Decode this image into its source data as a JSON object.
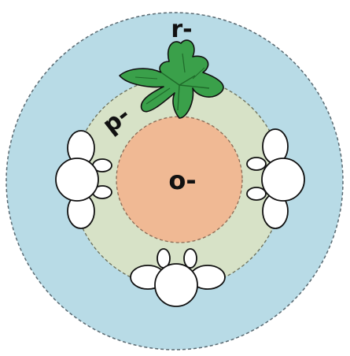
{
  "labels": {
    "outer_ring": "r-",
    "middle_ring": "p-",
    "center": "o-"
  },
  "colors": {
    "outer_fill": "#b8dbe6",
    "middle_fill": "#d7e2c7",
    "center_fill": "#f0b994",
    "leaf_fill": "#3aa04a",
    "leaf_dark": "#1f6b2a",
    "ring_stroke": "#5a6a72",
    "inner_stroke": "#8a6a55",
    "flower_fill": "#ffffff",
    "outline": "#111111"
  },
  "icons": {
    "leaf": "leaf-icon",
    "flower": "flower-icon"
  }
}
